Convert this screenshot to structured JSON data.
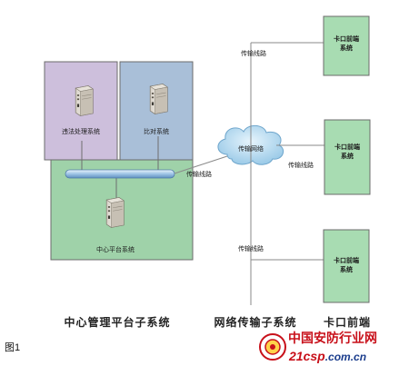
{
  "subsystems": {
    "center": "中心管理平台子系统",
    "network": "网络传输子系统",
    "front": "卡口前端"
  },
  "nodes": {
    "violation": "违法处理系统",
    "compare": "比对系统",
    "platform": "中心平台系统",
    "cloud": "传输网络",
    "front1": "卡口前端系统",
    "front2": "卡口前端系统",
    "front3": "卡口前端系统"
  },
  "links": {
    "top": "传输线路",
    "center": "传输线路",
    "mid": "传输线路",
    "bottom": "传输线路"
  },
  "figure_label": "图1",
  "watermark": {
    "name": "中国安防行业网",
    "site_prefix": "21csp",
    "site_suffix": ".com.cn"
  },
  "colors": {
    "violation_panel": "#cdbfdc",
    "compare_panel": "#a9bfd8",
    "center_panel": "#9fd2a9",
    "front_box": "#a8dcb2",
    "cloud": "#bfe0f2",
    "bus": "#b9d7f0",
    "watermark_red": "#c8101a"
  }
}
